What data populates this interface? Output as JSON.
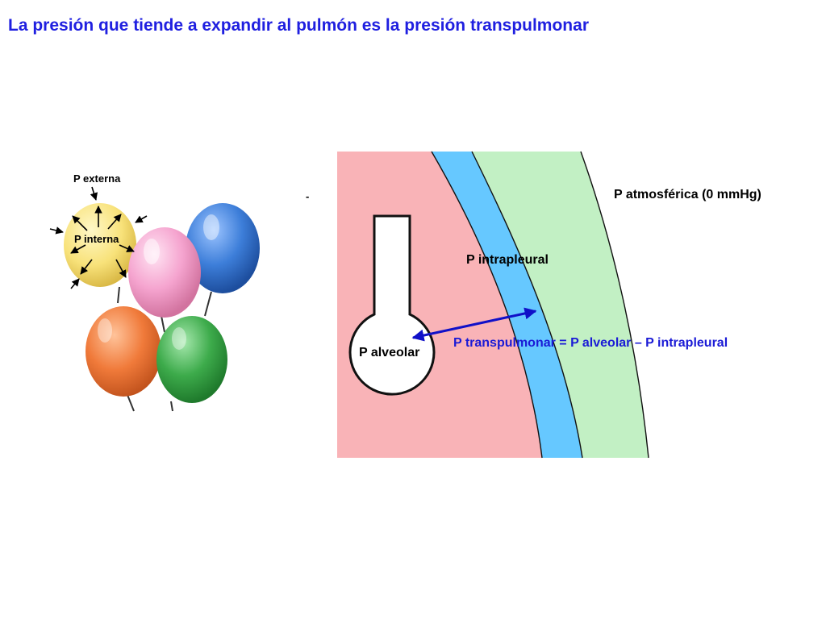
{
  "title": "La presión que tiende a expandir al pulmón es la presión transpulmonar",
  "balloon_labels": {
    "external": "P externa",
    "internal": "P interna"
  },
  "diagram_labels": {
    "stray_mark": "-",
    "atmospheric": "P atmosférica (0 mmHg)",
    "intrapleural": "P intrapleural",
    "alveolar": "P alveolar",
    "transpulmonary": "P transpulmonar = P alveolar – P intrapleural"
  },
  "colors": {
    "title": "#1f1fe0",
    "lung": "#f9b3b7",
    "pleural_space": "#66c8ff",
    "chest_wall": "#c2f0c4",
    "transpulmonary_arrow": "#1010c8",
    "balloon_yellow": "#f8e27a",
    "balloon_blue": "#3d7ed9",
    "balloon_pink": "#f5a4cf",
    "balloon_orange": "#f07a3a",
    "balloon_green": "#3dab4b"
  }
}
